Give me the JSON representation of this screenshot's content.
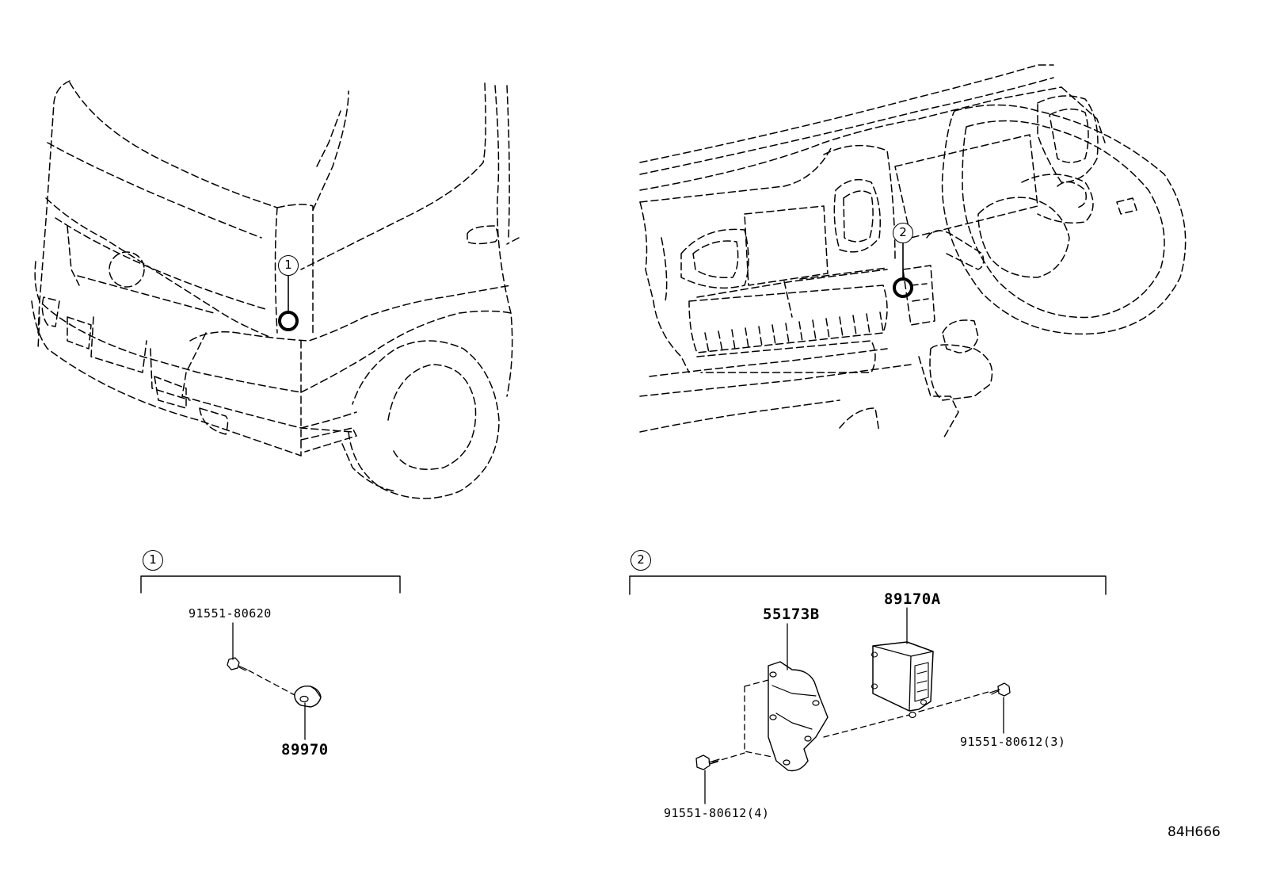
{
  "callouts": {
    "one": "1",
    "two": "2"
  },
  "group1": {
    "marker": "1",
    "parts": {
      "bolt": "91551-80620",
      "sensor": "89970"
    }
  },
  "group2": {
    "marker": "2",
    "parts": {
      "bracket": "55173B",
      "module": "89170A",
      "bolt_right": "91551-80612(3)",
      "bolt_left": "91551-80612(4)"
    }
  },
  "diagram_code": "84H666"
}
